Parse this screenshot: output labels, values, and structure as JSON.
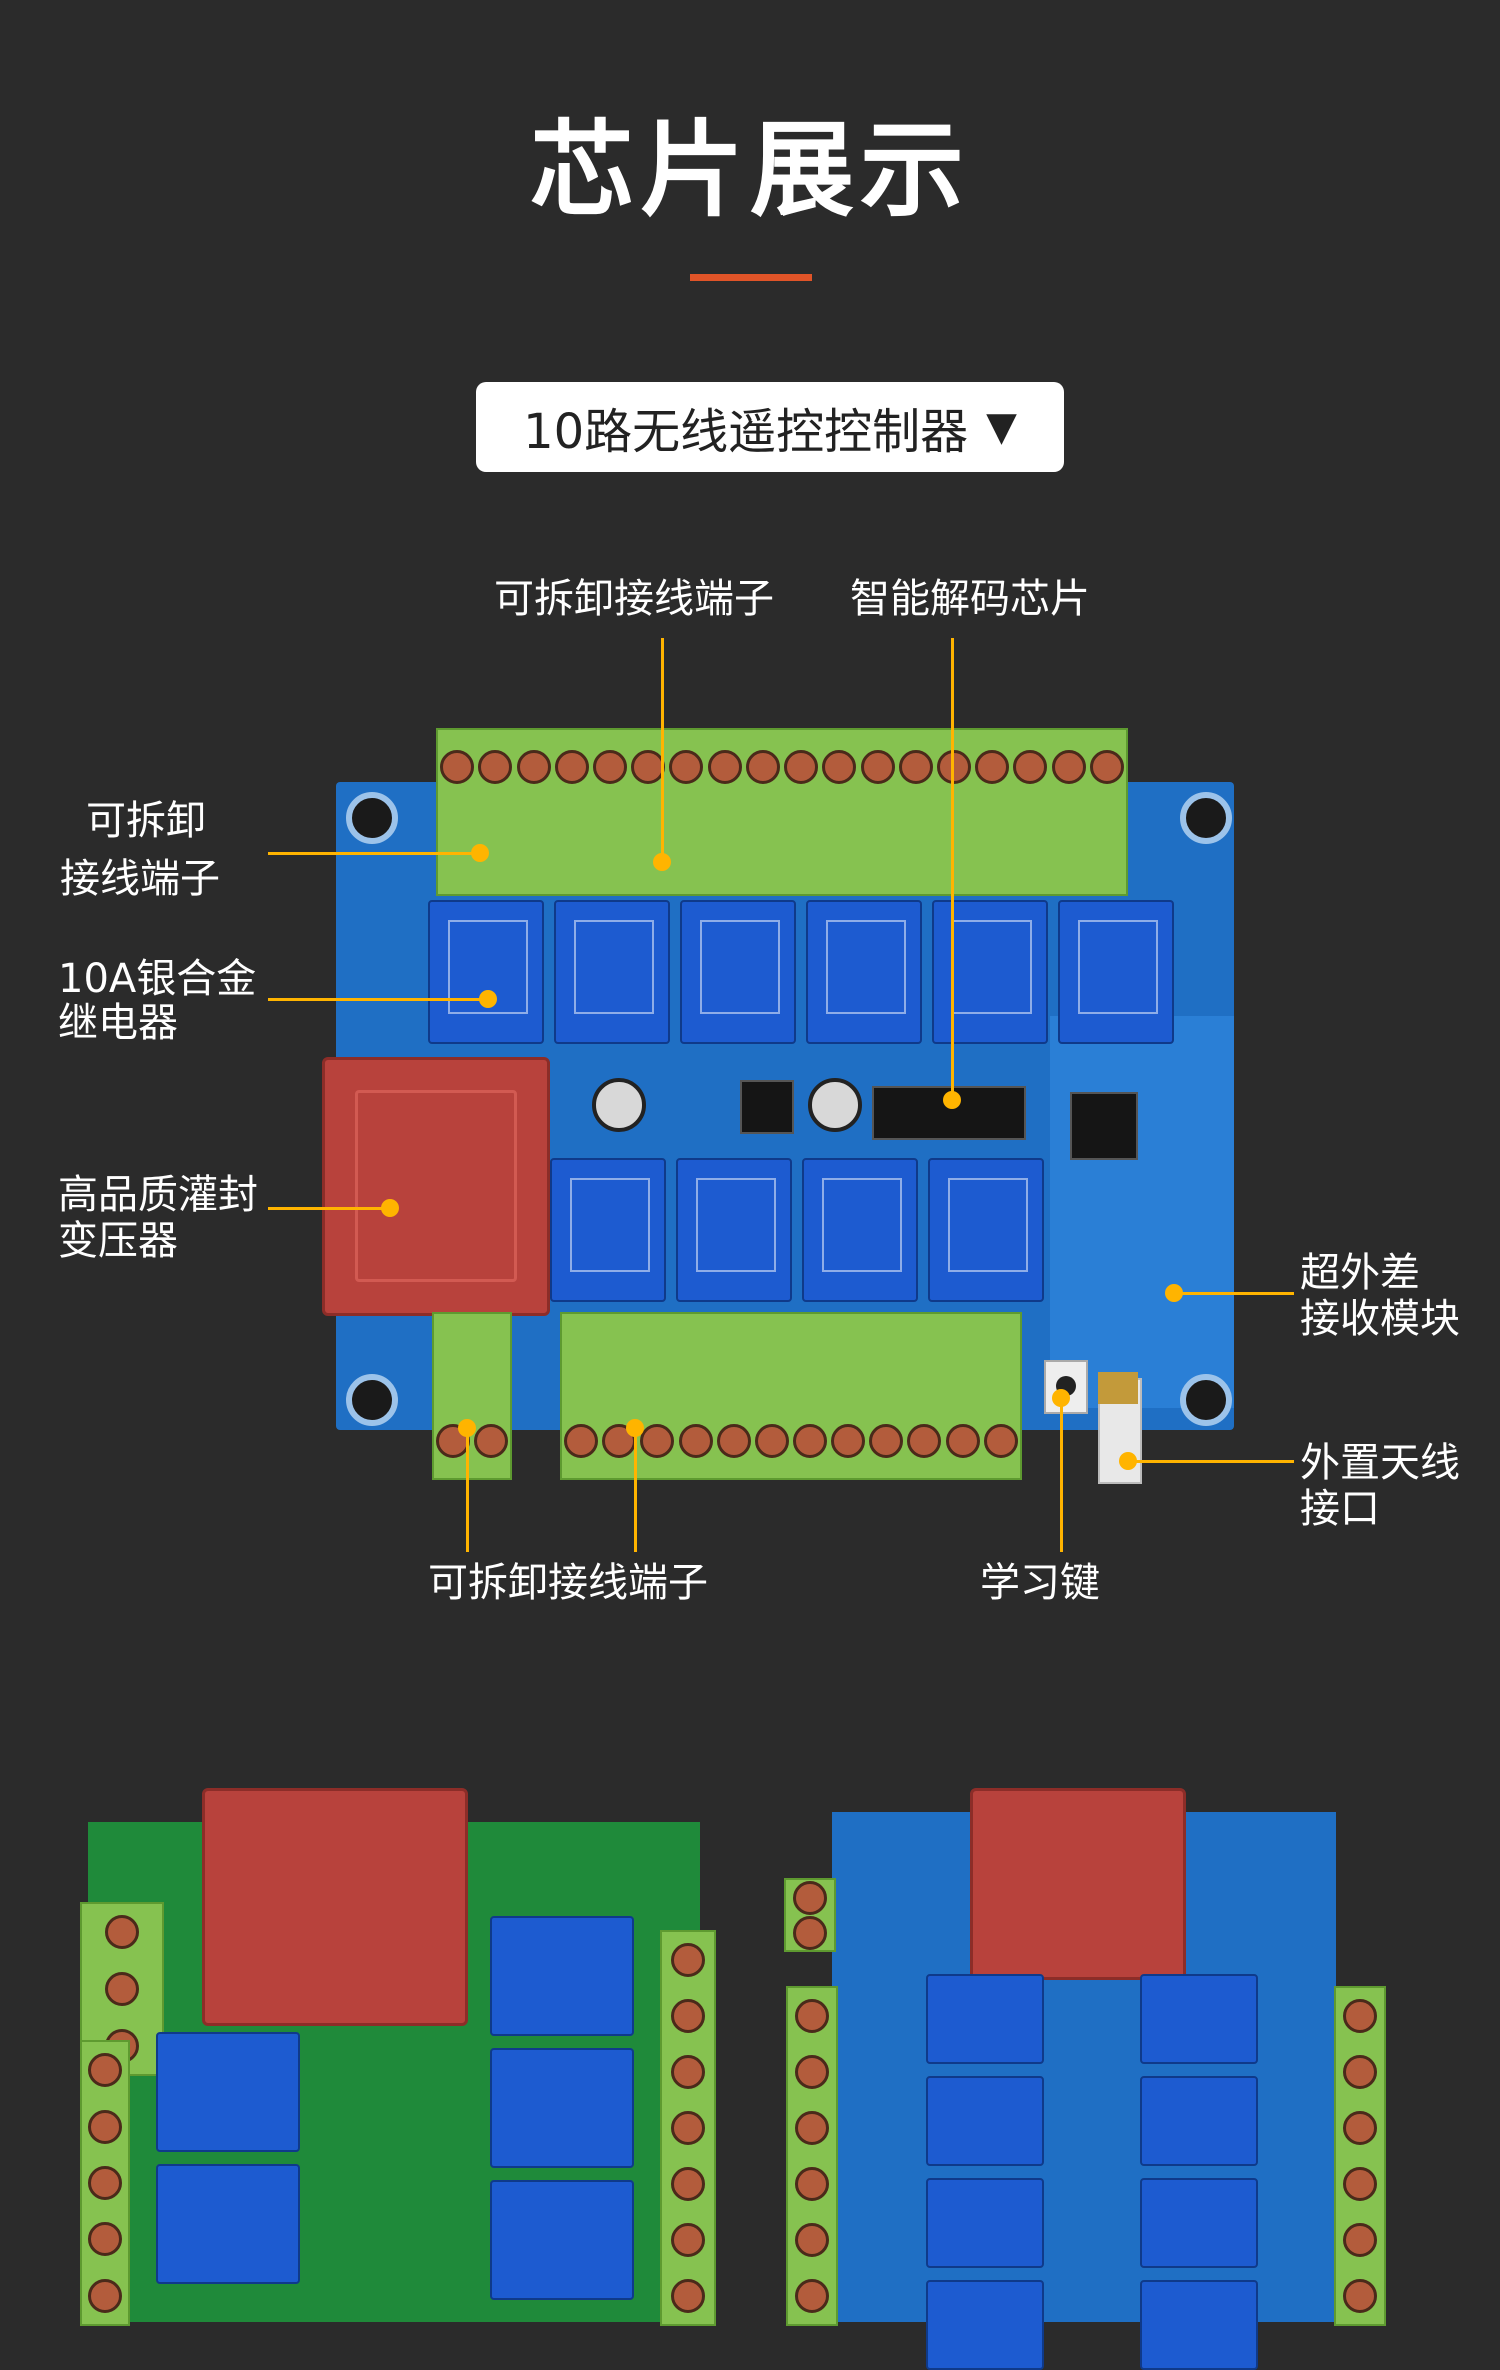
{
  "header": {
    "title": "芯片展示"
  },
  "selector": {
    "label": "10路无线遥控控制器",
    "caret": "▼"
  },
  "labels": {
    "terminal_top": "可拆卸接线端子",
    "decode_chip": "智能解码芯片",
    "terminal_left_line1": "可拆卸",
    "terminal_left_line2": "接线端子",
    "relay_line1": "10A银合金",
    "relay_line2": "继电器",
    "transformer_line1": "高品质灌封",
    "transformer_line2": "变压器",
    "receiver_line1": "超外差",
    "receiver_line2": "接收模块",
    "antenna_line1": "外置天线",
    "antenna_line2": "接口",
    "terminal_bottom": "可拆卸接线端子",
    "learn_key": "学习键"
  },
  "colors": {
    "accent": "#e05428",
    "callout": "#ffb400",
    "background": "#2b2b2b"
  }
}
